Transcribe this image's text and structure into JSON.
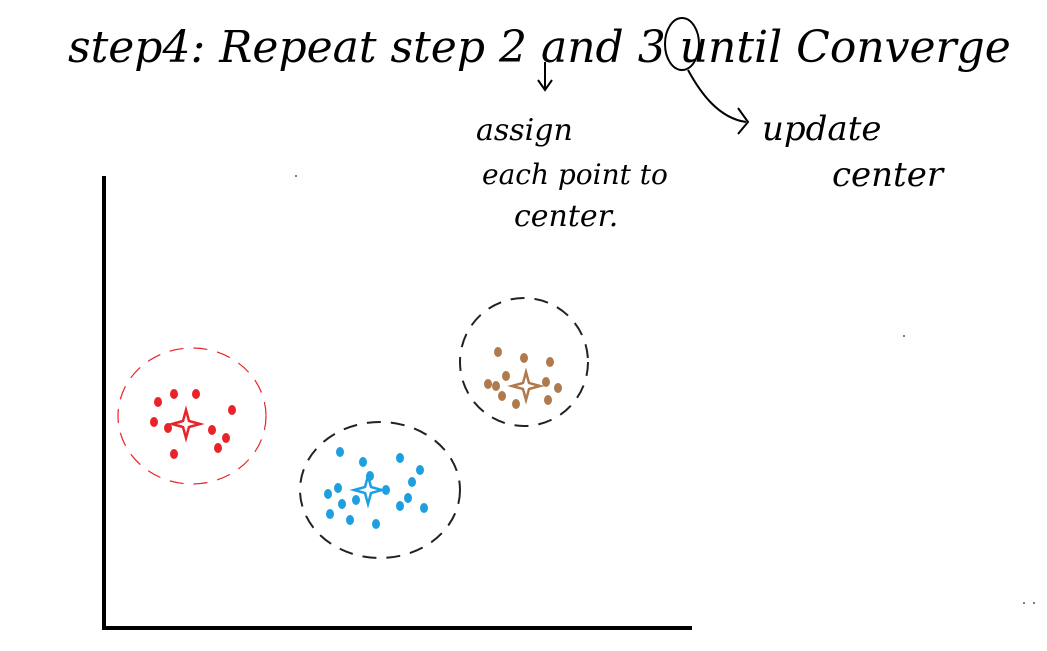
{
  "heading": {
    "text": "step4: Repeat step 2 and 3 until Converge"
  },
  "annotation_step2": {
    "line1": "assign",
    "line2": "each point to",
    "line3": "center."
  },
  "annotation_step3": {
    "line1": "update",
    "line2": "center"
  },
  "clusters": [
    {
      "name": "red-cluster",
      "color": "#e8232a",
      "dashed_color": "#e8232a",
      "points": [
        [
          -28,
          -22
        ],
        [
          -12,
          -30
        ],
        [
          10,
          -30
        ],
        [
          46,
          -14
        ],
        [
          -32,
          -2
        ],
        [
          -18,
          4
        ],
        [
          26,
          6
        ],
        [
          40,
          14
        ],
        [
          -12,
          30
        ],
        [
          32,
          24
        ]
      ]
    },
    {
      "name": "blue-cluster",
      "color": "#1ea0e0",
      "dashed_color": "#222222",
      "points": [
        [
          -28,
          -38
        ],
        [
          -5,
          -28
        ],
        [
          32,
          -32
        ],
        [
          52,
          -20
        ],
        [
          -30,
          -2
        ],
        [
          -12,
          10
        ],
        [
          18,
          0
        ],
        [
          40,
          8
        ],
        [
          -38,
          24
        ],
        [
          -18,
          30
        ],
        [
          8,
          34
        ],
        [
          32,
          16
        ],
        [
          56,
          18
        ],
        [
          -26,
          14
        ],
        [
          -40,
          4
        ],
        [
          2,
          -14
        ],
        [
          44,
          -8
        ]
      ]
    },
    {
      "name": "brown-cluster",
      "color": "#b07a4f",
      "dashed_color": "#222222",
      "points": [
        [
          -28,
          -34
        ],
        [
          -2,
          -28
        ],
        [
          24,
          -24
        ],
        [
          -38,
          -2
        ],
        [
          -20,
          -10
        ],
        [
          20,
          -4
        ],
        [
          32,
          2
        ],
        [
          -24,
          10
        ],
        [
          -10,
          18
        ],
        [
          22,
          14
        ],
        [
          -30,
          0
        ]
      ]
    }
  ]
}
